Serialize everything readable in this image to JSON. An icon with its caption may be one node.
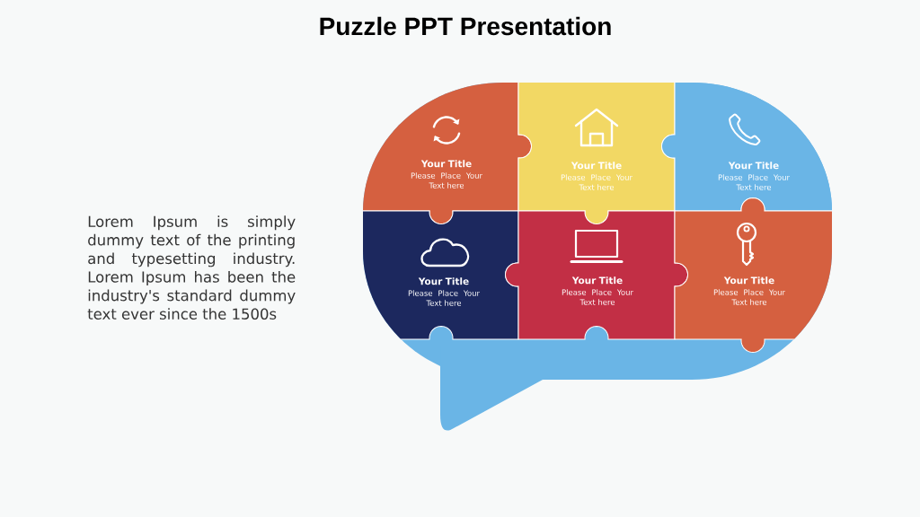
{
  "diagram": {
    "title": "Puzzle PPT Presentation",
    "nodes": [
      {
        "text": [
          "Your Title",
          "Please Place Your Text here"
        ]
      },
      {
        "text": [
          "Your Title",
          "Please Place Your Text here"
        ]
      },
      {
        "text": [
          "Your Title",
          "Please Place Your Text here"
        ]
      },
      {
        "text": [
          "Your Title",
          "Please Place Your Text here"
        ]
      },
      {
        "text": [
          "Your Title",
          "Please Place Your Text here"
        ]
      },
      {
        "text": [
          "Your Title",
          "Please Place Your Text here"
        ]
      }
    ],
    "labels": [
      "Lorem Ipsum is simply dummy text of the printing and typesetting industry. Lorem Ipsum has been the industry's standard dummy text ever since the 1500s"
    ]
  }
}
